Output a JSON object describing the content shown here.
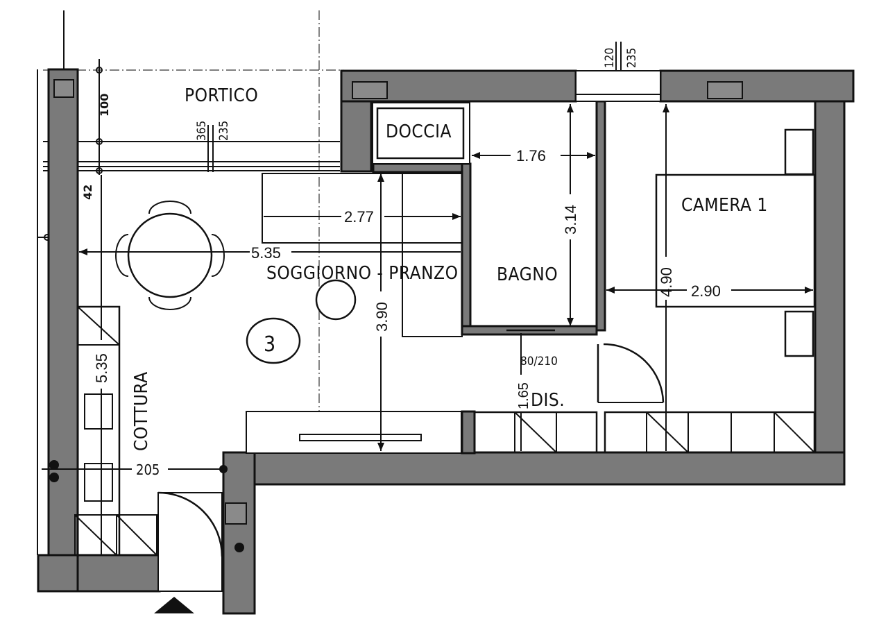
{
  "plan": {
    "rooms": {
      "portico": "PORTICO",
      "doccia": "DOCCIA",
      "soggiorno": "SOGGIORNO - PRANZO",
      "bagno": "BAGNO",
      "camera": "CAMERA 1",
      "cottura": "COTTURA",
      "dis": "DIS."
    },
    "unit_number": "3",
    "dimensions": {
      "bagno_width": "1.76",
      "bagno_height": "3.14",
      "soggiorno_window": "2.77",
      "soggiorno_width": "5.35",
      "soggiorno_height": "3.90",
      "camera_width": "2.90",
      "camera_height": "4.90",
      "cottura_height": "5.35",
      "dis_height": "1.65",
      "entry_width": "205",
      "door_size": "80/210",
      "window_top_a": "120",
      "window_top_b": "235",
      "portico_a": "365",
      "portico_b": "235",
      "portico_depth": "100",
      "wall_42": "42"
    }
  }
}
